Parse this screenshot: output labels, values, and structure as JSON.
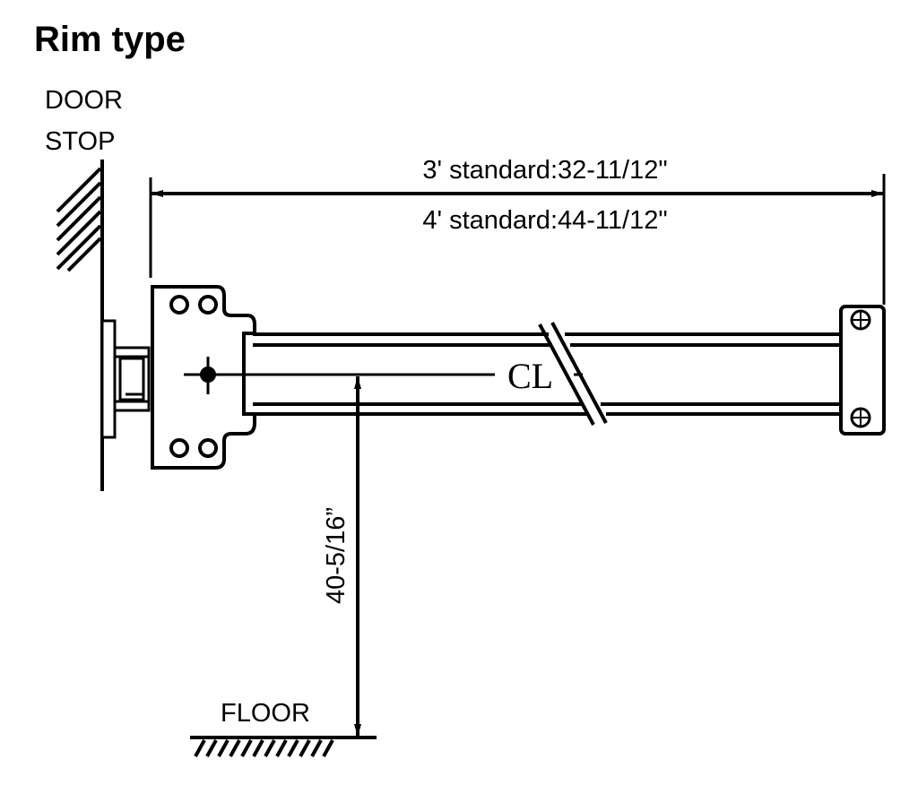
{
  "title": "Rim type",
  "labels": {
    "door_stop_line1": "DOOR",
    "door_stop_line2": "STOP",
    "width_3ft": "3' standard:32-11/12\"",
    "width_4ft": "4' standard:44-11/12\"",
    "centerline": "CL",
    "height": "40-5/16”",
    "floor": "FLOOR"
  },
  "icons": {
    "hatch": "hatch-pattern",
    "mounting_hole": "circle",
    "crosshair": "crosshair-icon"
  },
  "colors": {
    "ink": "#000000",
    "paper": "#ffffff"
  }
}
